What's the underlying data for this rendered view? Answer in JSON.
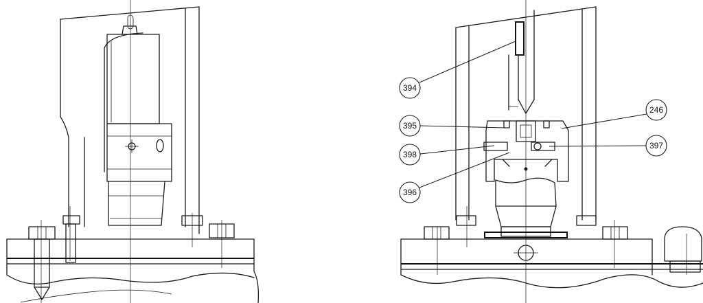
{
  "callouts": [
    {
      "id": "394",
      "label": "394"
    },
    {
      "id": "395",
      "label": "395"
    },
    {
      "id": "398",
      "label": "398"
    },
    {
      "id": "396",
      "label": "396"
    },
    {
      "id": "246",
      "label": "246"
    },
    {
      "id": "397",
      "label": "397"
    }
  ]
}
